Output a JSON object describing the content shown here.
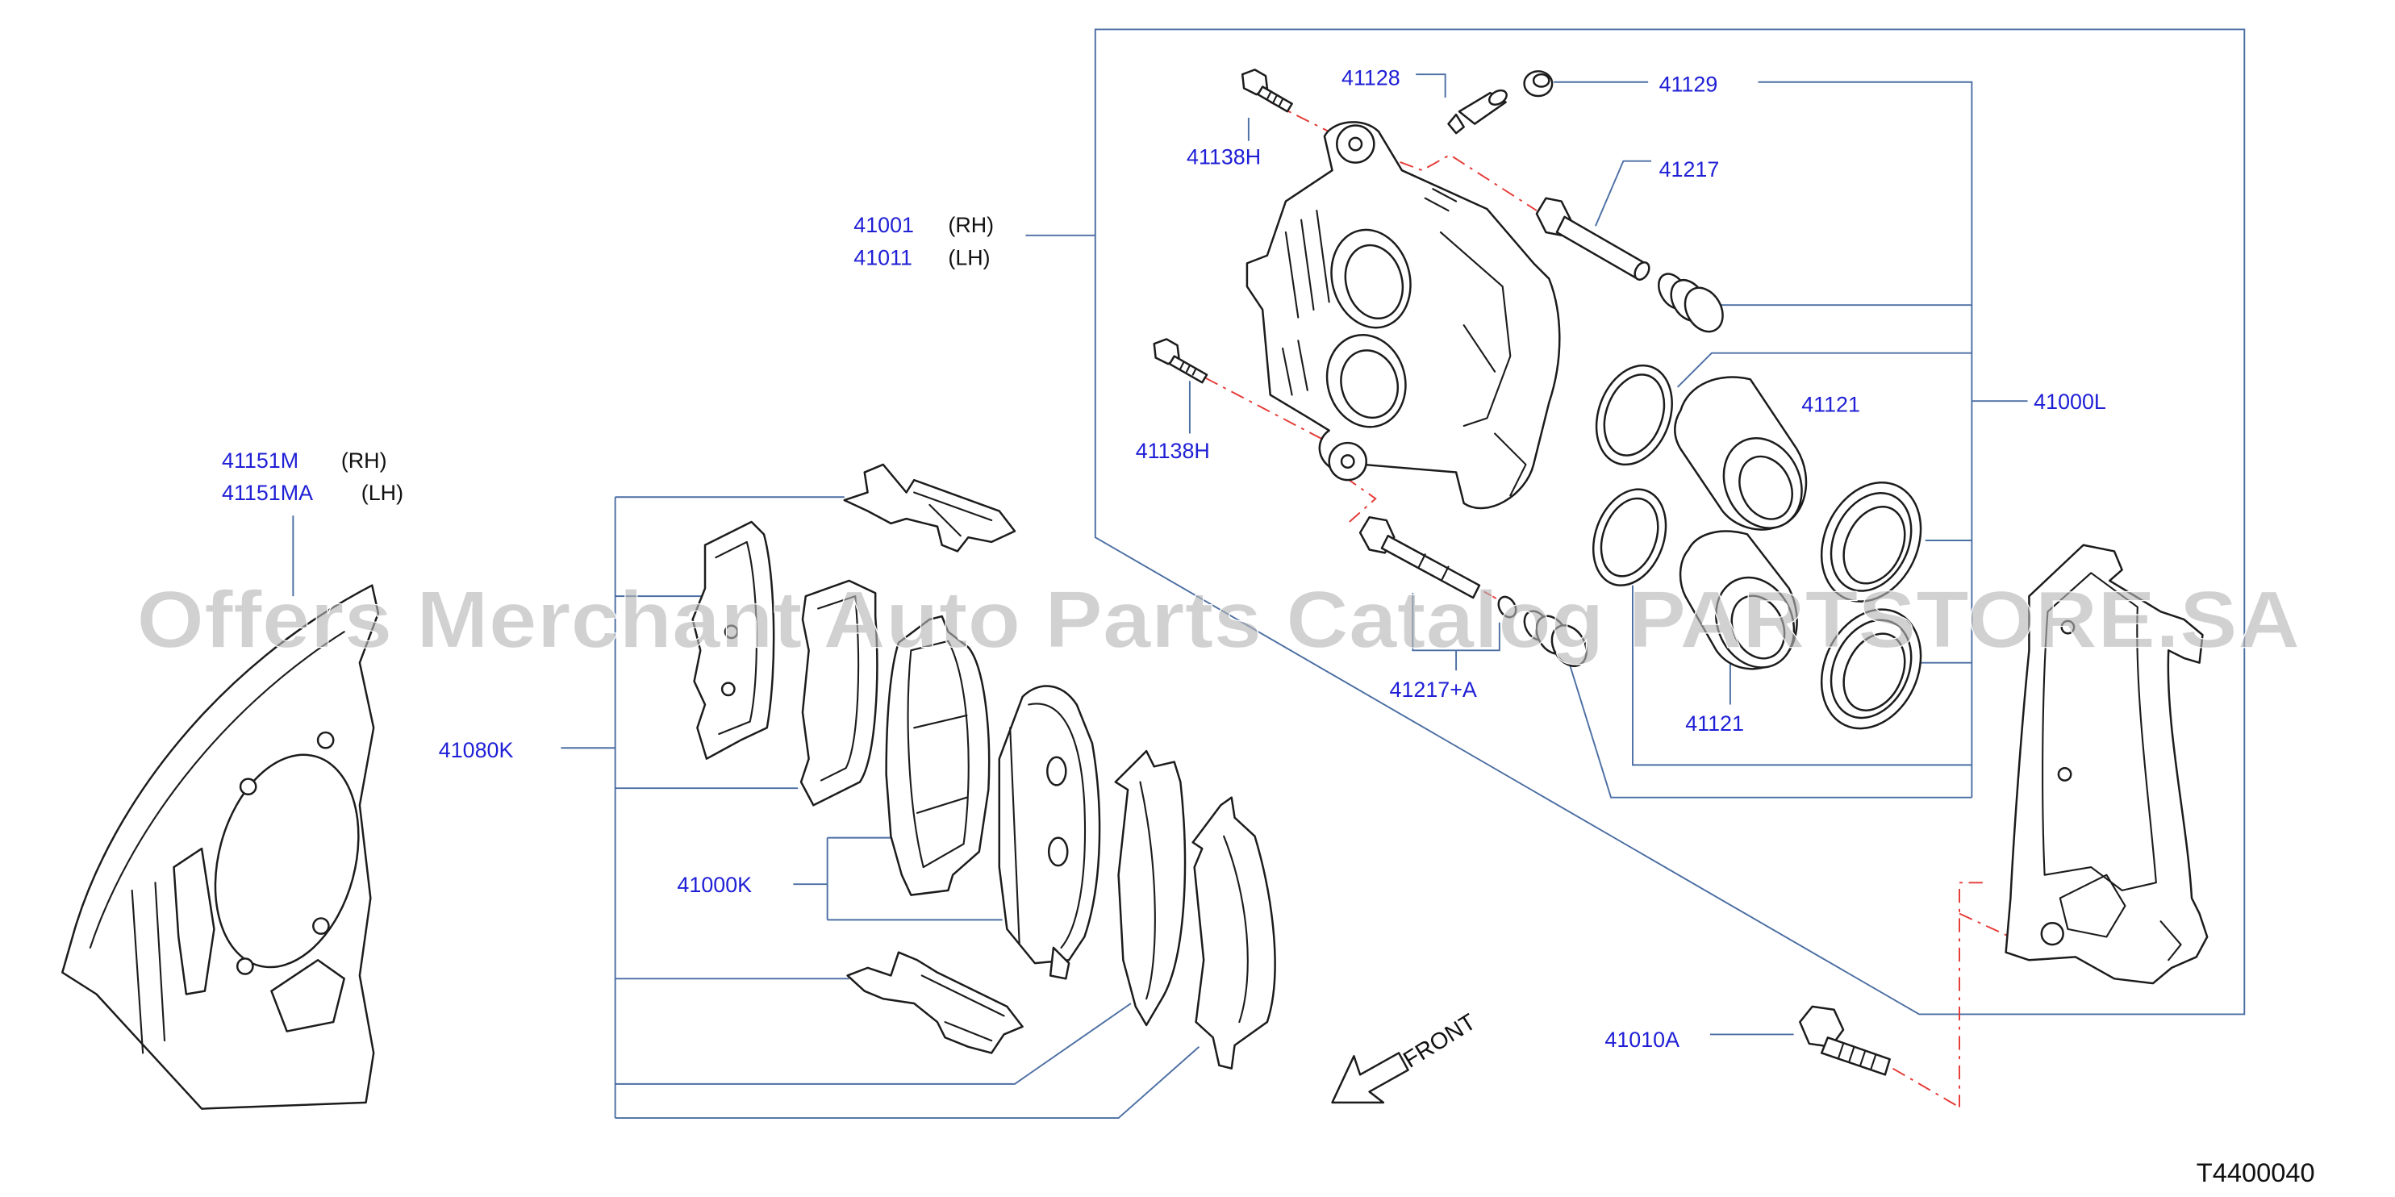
{
  "diagram": {
    "watermark": "Offers Merchant Auto Parts Catalog PARTSTORE.SA",
    "drawing_id": "T4400040",
    "front_label": "FRONT",
    "callouts": {
      "dust_shield": [
        {
          "part": "41151M",
          "side": "(RH)"
        },
        {
          "part": "41151MA",
          "side": "(LH)"
        }
      ],
      "caliper_body": [
        {
          "part": "41001",
          "side": "(RH)"
        },
        {
          "part": "41011",
          "side": "(LH)"
        }
      ],
      "pad_hardware_kit": "41080K",
      "pad_kit": "41000K",
      "bleeder_screw": "41128",
      "bleeder_cap": "41129",
      "bolt_upper": "41138H",
      "bolt_lower": "41138H",
      "guide_pin_upper": "41217",
      "guide_pin_lower": "41217+A",
      "piston_upper": "41121",
      "piston_lower": "41121",
      "seal_kit": "41000L",
      "bracket_bolt": "41010A"
    },
    "colors": {
      "callout": "#1f1fd6",
      "leader": "#4b6ea3",
      "center_line": "#e53935",
      "part_outline": "#1c1c1c",
      "watermark": "#b5b5b5"
    }
  }
}
